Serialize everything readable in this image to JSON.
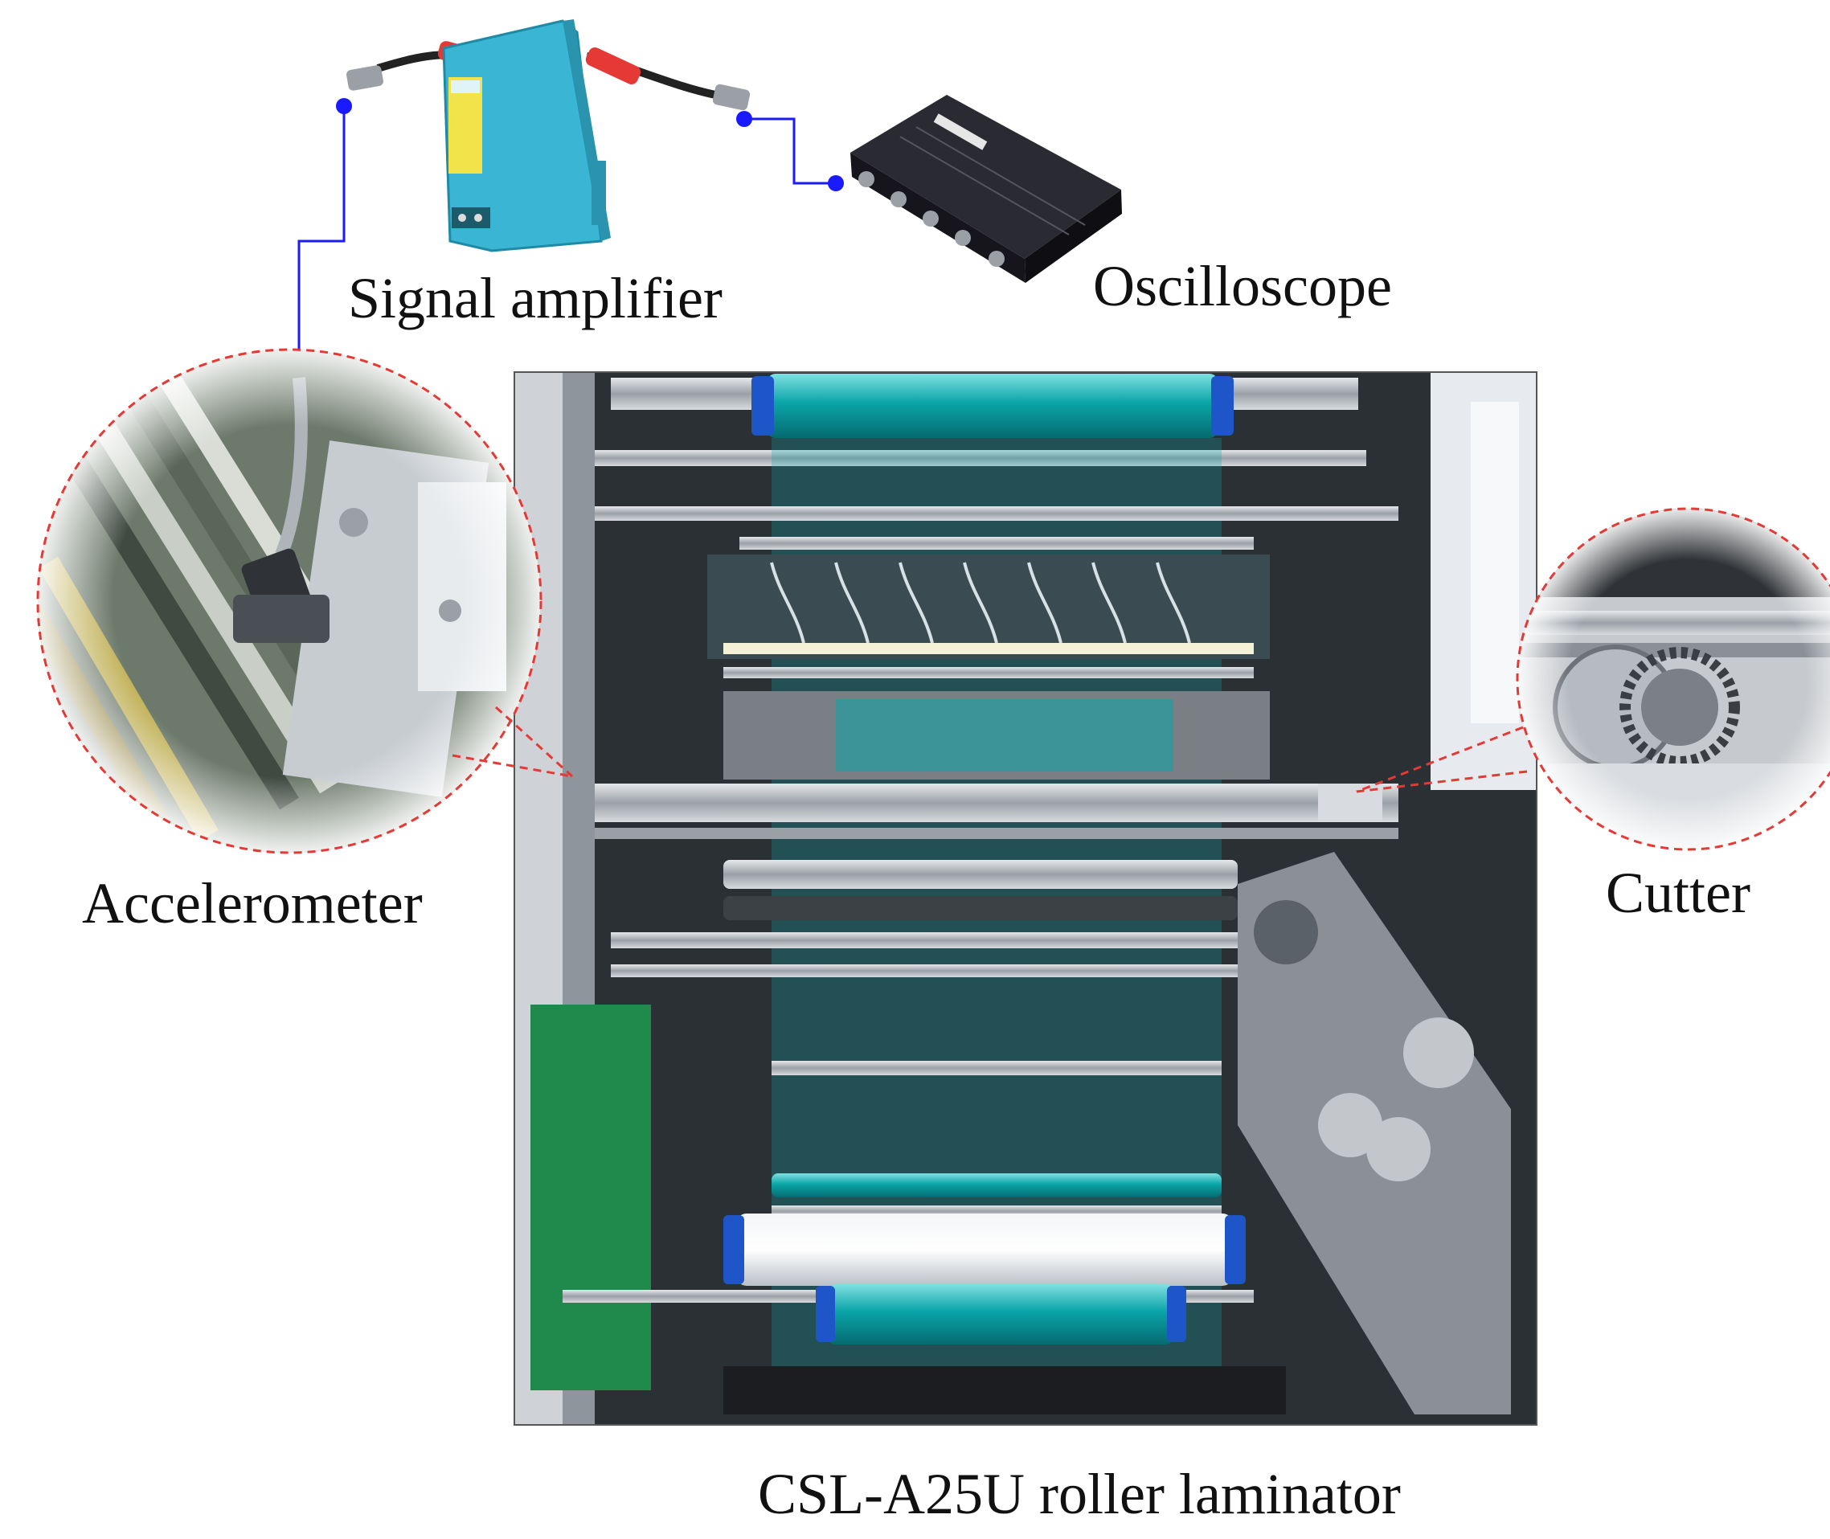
{
  "labels": {
    "signal_amplifier": "Signal amplifier",
    "oscilloscope": "Oscilloscope",
    "accelerometer": "Accelerometer",
    "cutter": "Cutter",
    "machine": "CSL-A25U roller laminator"
  },
  "colors": {
    "wire": "#1a1aff",
    "callout_dash": "#e53935",
    "amplifier_body": "#3ab6d4",
    "oscilloscope_body": "#1c1c24",
    "film_teal": "#0aa5a8",
    "frame_steel": "#b9bec4",
    "pcb_green": "#1f8a4c"
  },
  "icons": {
    "amplifier": "signal-amplifier-icon",
    "oscilloscope": "oscilloscope-icon",
    "accelerometer": "accelerometer-photo",
    "cutter": "cutter-photo",
    "machine": "roller-laminator-photo"
  }
}
